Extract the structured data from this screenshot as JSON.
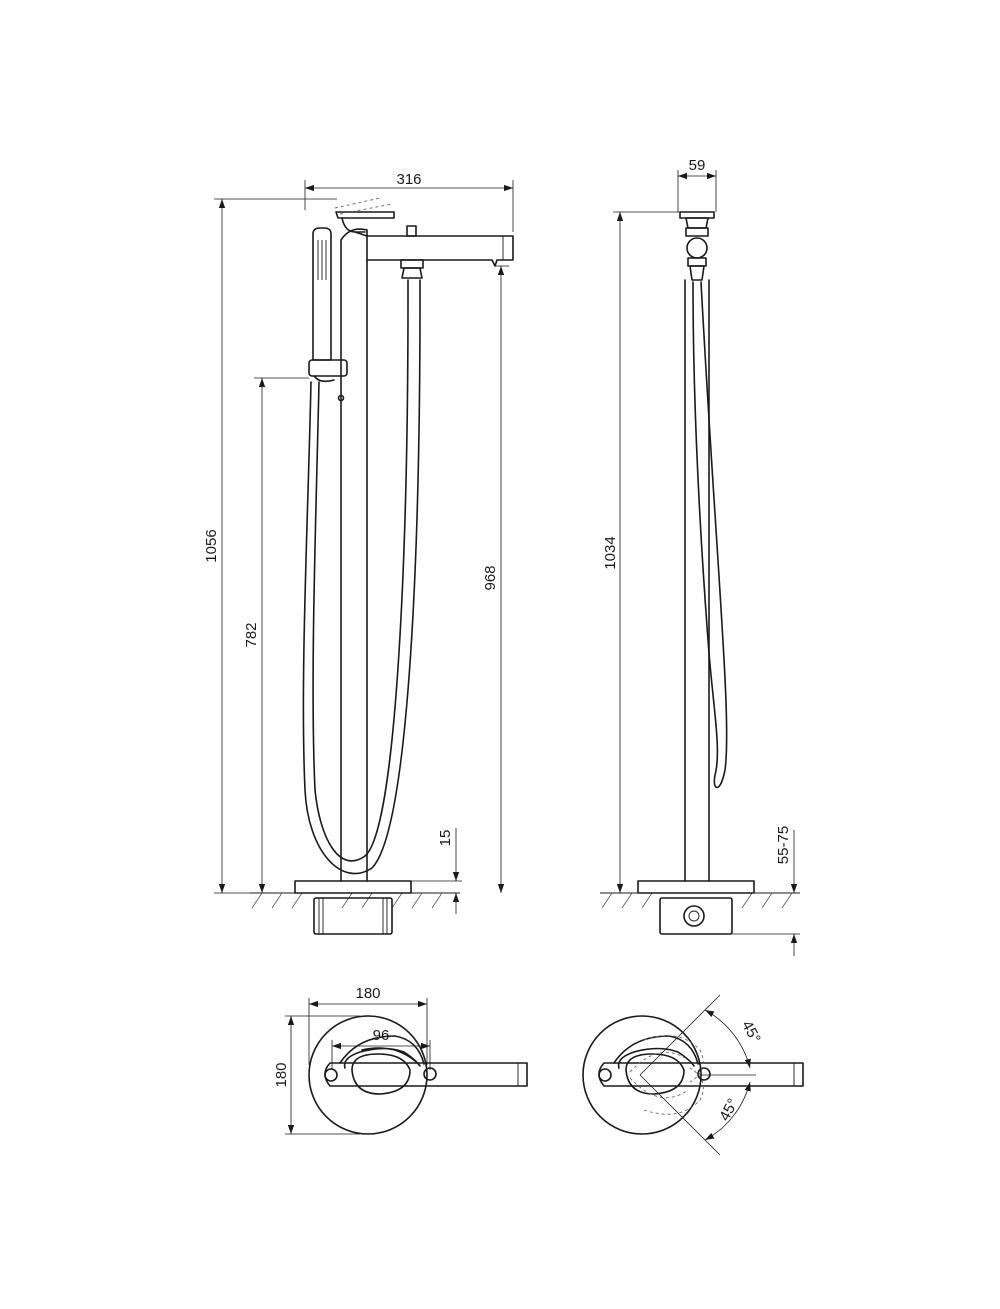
{
  "front_view": {
    "width": "316",
    "total_height": "1056",
    "holder_height": "782",
    "spout_height": "968",
    "floor_offset": "15"
  },
  "side_view": {
    "width": "59",
    "total_height": "1034",
    "floor_range": "55-75"
  },
  "base_view": {
    "diameter_width": "180",
    "diameter_height": "180",
    "center_distance": "96"
  },
  "rotation_view": {
    "angle_up": "45°",
    "angle_down": "45°"
  }
}
